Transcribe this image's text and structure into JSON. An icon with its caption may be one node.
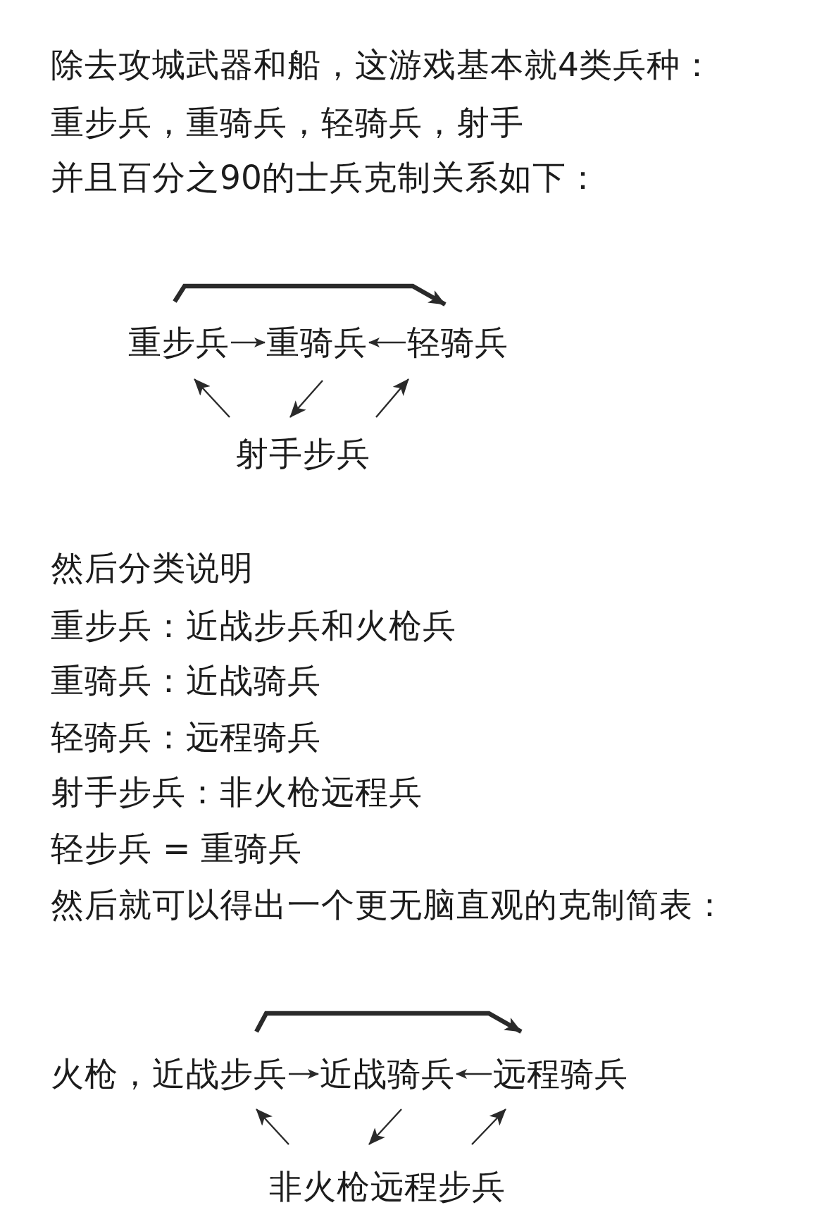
{
  "diagram": {
    "nodes": [
      {
        "text": [
          "重步兵"
        ]
      },
      {
        "text": [
          "重骑兵"
        ]
      },
      {
        "text": [
          "轻骑兵"
        ]
      },
      {
        "text": [
          "射手步兵"
        ]
      },
      {
        "text": [
          "火枪，近战步兵"
        ]
      },
      {
        "text": [
          "近战骑兵"
        ]
      },
      {
        "text": [
          "远程骑兵"
        ]
      },
      {
        "text": [
          "非火枪远程步兵"
        ]
      }
    ],
    "edges": [
      {
        "from": 0,
        "to": 1,
        "arrow": "to"
      },
      {
        "from": 2,
        "to": 1,
        "arrow": "to"
      },
      {
        "from": 0,
        "to": 2,
        "arrow": "to",
        "style": "thick"
      },
      {
        "from": 3,
        "to": 0,
        "arrow": "to"
      },
      {
        "from": 1,
        "to": 3,
        "arrow": "to"
      },
      {
        "from": 3,
        "to": 2,
        "arrow": "to"
      },
      {
        "from": 4,
        "to": 5,
        "arrow": "to"
      },
      {
        "from": 6,
        "to": 5,
        "arrow": "to"
      },
      {
        "from": 4,
        "to": 6,
        "arrow": "to",
        "style": "thick"
      },
      {
        "from": 7,
        "to": 4,
        "arrow": "to"
      },
      {
        "from": 5,
        "to": 7,
        "arrow": "to"
      },
      {
        "from": 7,
        "to": 6,
        "arrow": "to"
      }
    ],
    "labels": [
      "除去攻城武器和船，这游戏基本就4类兵种：",
      "重步兵，重骑兵，轻骑兵，射手",
      "并且百分之90的士兵克制关系如下：",
      "然后分类说明",
      "重步兵：近战步兵和火枪兵",
      "重骑兵：近战骑兵",
      "轻骑兵：远程骑兵",
      "射手步兵：非火枪远程兵",
      "轻步兵 = 重骑兵",
      "然后就可以得出一个更无脑直观的克制简表："
    ]
  }
}
